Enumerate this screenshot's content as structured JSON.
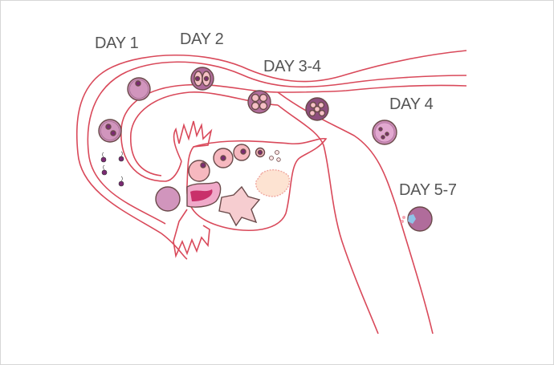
{
  "labels": {
    "day1": "DAY 1",
    "day2": "DAY 2",
    "day3_4": "DAY 3-4",
    "day4": "DAY 4",
    "day5_7": "DAY 5-7"
  },
  "colors": {
    "tube": "#d9495a",
    "cell_purple": "#c98bb4",
    "cell_pink": "#f6b8bf",
    "nucleus": "#7b2a73",
    "text": "#555555"
  }
}
